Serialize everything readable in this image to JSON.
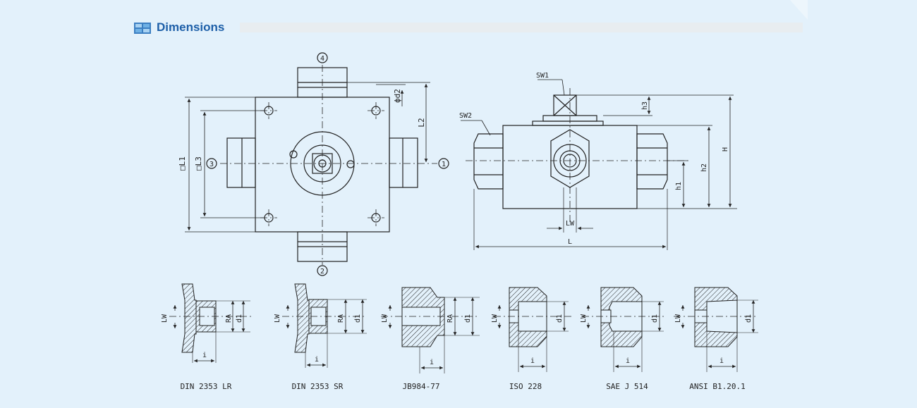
{
  "header": {
    "title": "Dimensions",
    "icon": "chart-icon"
  },
  "top_view": {
    "port_labels": [
      "1",
      "2",
      "3",
      "4"
    ],
    "dims": {
      "l1": "□L1",
      "l3": "□L3",
      "d2": "ϕd2",
      "l2": "L2"
    }
  },
  "side_view": {
    "dims": {
      "sw1": "SW1",
      "sw2": "SW2",
      "h3": "h3",
      "h": "H",
      "h2": "h2",
      "h1": "h1",
      "lw": "LW",
      "l": "L"
    }
  },
  "connections": {
    "common": {
      "lw": "LW",
      "d1": "d1",
      "ra": "RA",
      "i": "i"
    },
    "items": [
      {
        "name": "DIN 2353 LR"
      },
      {
        "name": "DIN 2353 SR"
      },
      {
        "name": "JB984-77"
      },
      {
        "name": "ISO 228"
      },
      {
        "name": "SAE J 514"
      },
      {
        "name": "ANSI B1.20.1"
      }
    ]
  },
  "colors": {
    "background": "#e3f1fb",
    "title": "#1d5fa8",
    "line": "#222222"
  }
}
